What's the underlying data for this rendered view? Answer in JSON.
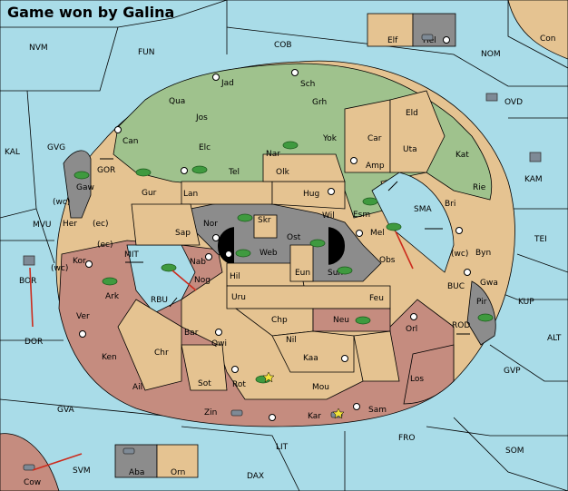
{
  "title": "Game won by Galina",
  "colors": {
    "sea": "#a9dce8",
    "green_power": "#9fc28d",
    "neutral_land": "#e5c391",
    "red_power": "#c58c7f",
    "grey_power": "#8c8c8c",
    "unit": "#3f9a3f",
    "order_arrow": "#cc2b1d"
  },
  "sea_labels": [
    "NVM",
    "FUN",
    "COB",
    "NOM",
    "Con",
    "OVD",
    "KAL",
    "GVG",
    "GOR",
    "KAM",
    "MVU",
    "SMA",
    "TEI",
    "MIT",
    "BOR",
    "RBU",
    "BUC",
    "KUP",
    "DOR",
    "ROD",
    "ALT",
    "GVP",
    "GVA",
    "FRO",
    "SOM",
    "LIT",
    "SVM",
    "DAX",
    "Cow"
  ],
  "land_labels": [
    "Elf",
    "Hel",
    "Jad",
    "Sch",
    "Qua",
    "Grh",
    "Eld",
    "Jos",
    "Can",
    "Car",
    "Yok",
    "Uta",
    "Elc",
    "Nar",
    "Kat",
    "Amp",
    "Gaw",
    "Gur",
    "Tel",
    "Olk",
    "Rie",
    "Lan",
    "Hug",
    "Bri",
    "Esm",
    "(wc)",
    "Her",
    "(ec)",
    "Nor",
    "Skr",
    "Wil",
    "Sap",
    "Ost",
    "Mel",
    "(ec)",
    "(wc)",
    "Byn",
    "Kor",
    "Web",
    "Obs",
    "Nab",
    "Gwa",
    "(wc)",
    "Nog",
    "Sun",
    "Hil",
    "Eun",
    "Ark",
    "Pir",
    "Uru",
    "Feu",
    "Ver",
    "Chp",
    "Neu",
    "Orl",
    "Bar",
    "Qwi",
    "Nil",
    "Ken",
    "Chr",
    "Kaa",
    "Rot",
    "Sot",
    "Ail",
    "Mou",
    "Los",
    "Zin",
    "Kar",
    "Sam",
    "Aba",
    "Orn"
  ]
}
